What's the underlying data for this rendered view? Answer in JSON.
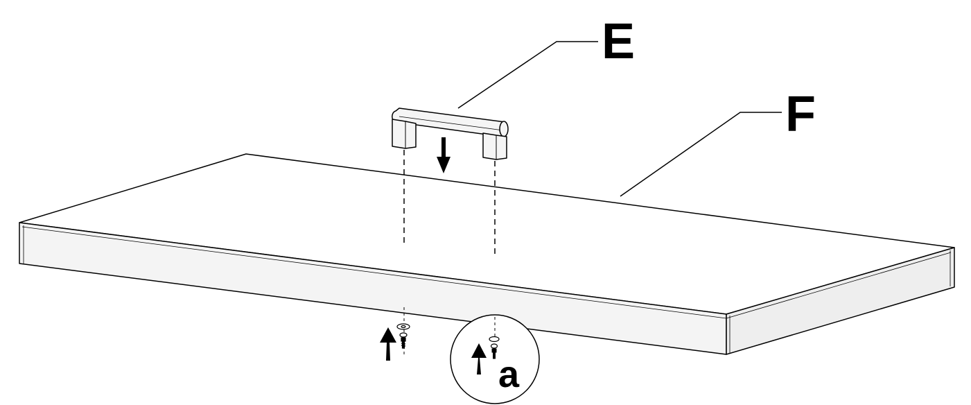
{
  "labels": {
    "handle": "E",
    "panel": "F",
    "hardware": "a"
  },
  "colors": {
    "line": "#000000",
    "panel_top": "#ffffff",
    "panel_edge": "#f2f2f2",
    "handle_fill": "#f5f5f5"
  },
  "icons": {
    "down_arrow": "arrow-down-icon",
    "up_arrow": "arrow-up-icon",
    "screw": "screw-icon",
    "washer": "washer-icon"
  }
}
